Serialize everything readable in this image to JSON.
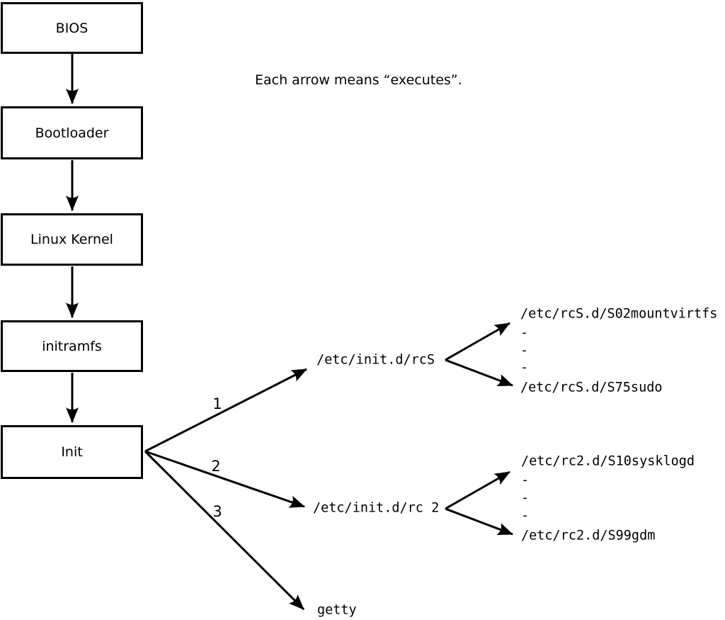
{
  "diagram": {
    "note": "Each arrow means “executes”.",
    "boxes": [
      "BIOS",
      "Bootloader",
      "Linux Kernel",
      "initramfs",
      "Init"
    ],
    "arrow_numbers": [
      "1",
      "2",
      "3"
    ],
    "level2_nodes": {
      "rcS": "/etc/init.d/rcS",
      "rc2": "/etc/init.d/rc 2",
      "getty": "getty"
    },
    "rcS_scripts": [
      "/etc/rcS.d/S02mountvirtfs",
      "-",
      "-",
      "-",
      "/etc/rcS.d/S75sudo"
    ],
    "rc2_scripts": [
      "/etc/rc2.d/S10sysklogd",
      "-",
      "-",
      "-",
      "/etc/rc2.d/S99gdm"
    ],
    "colors": {
      "line": "#000000",
      "background": "#ffffff"
    }
  }
}
